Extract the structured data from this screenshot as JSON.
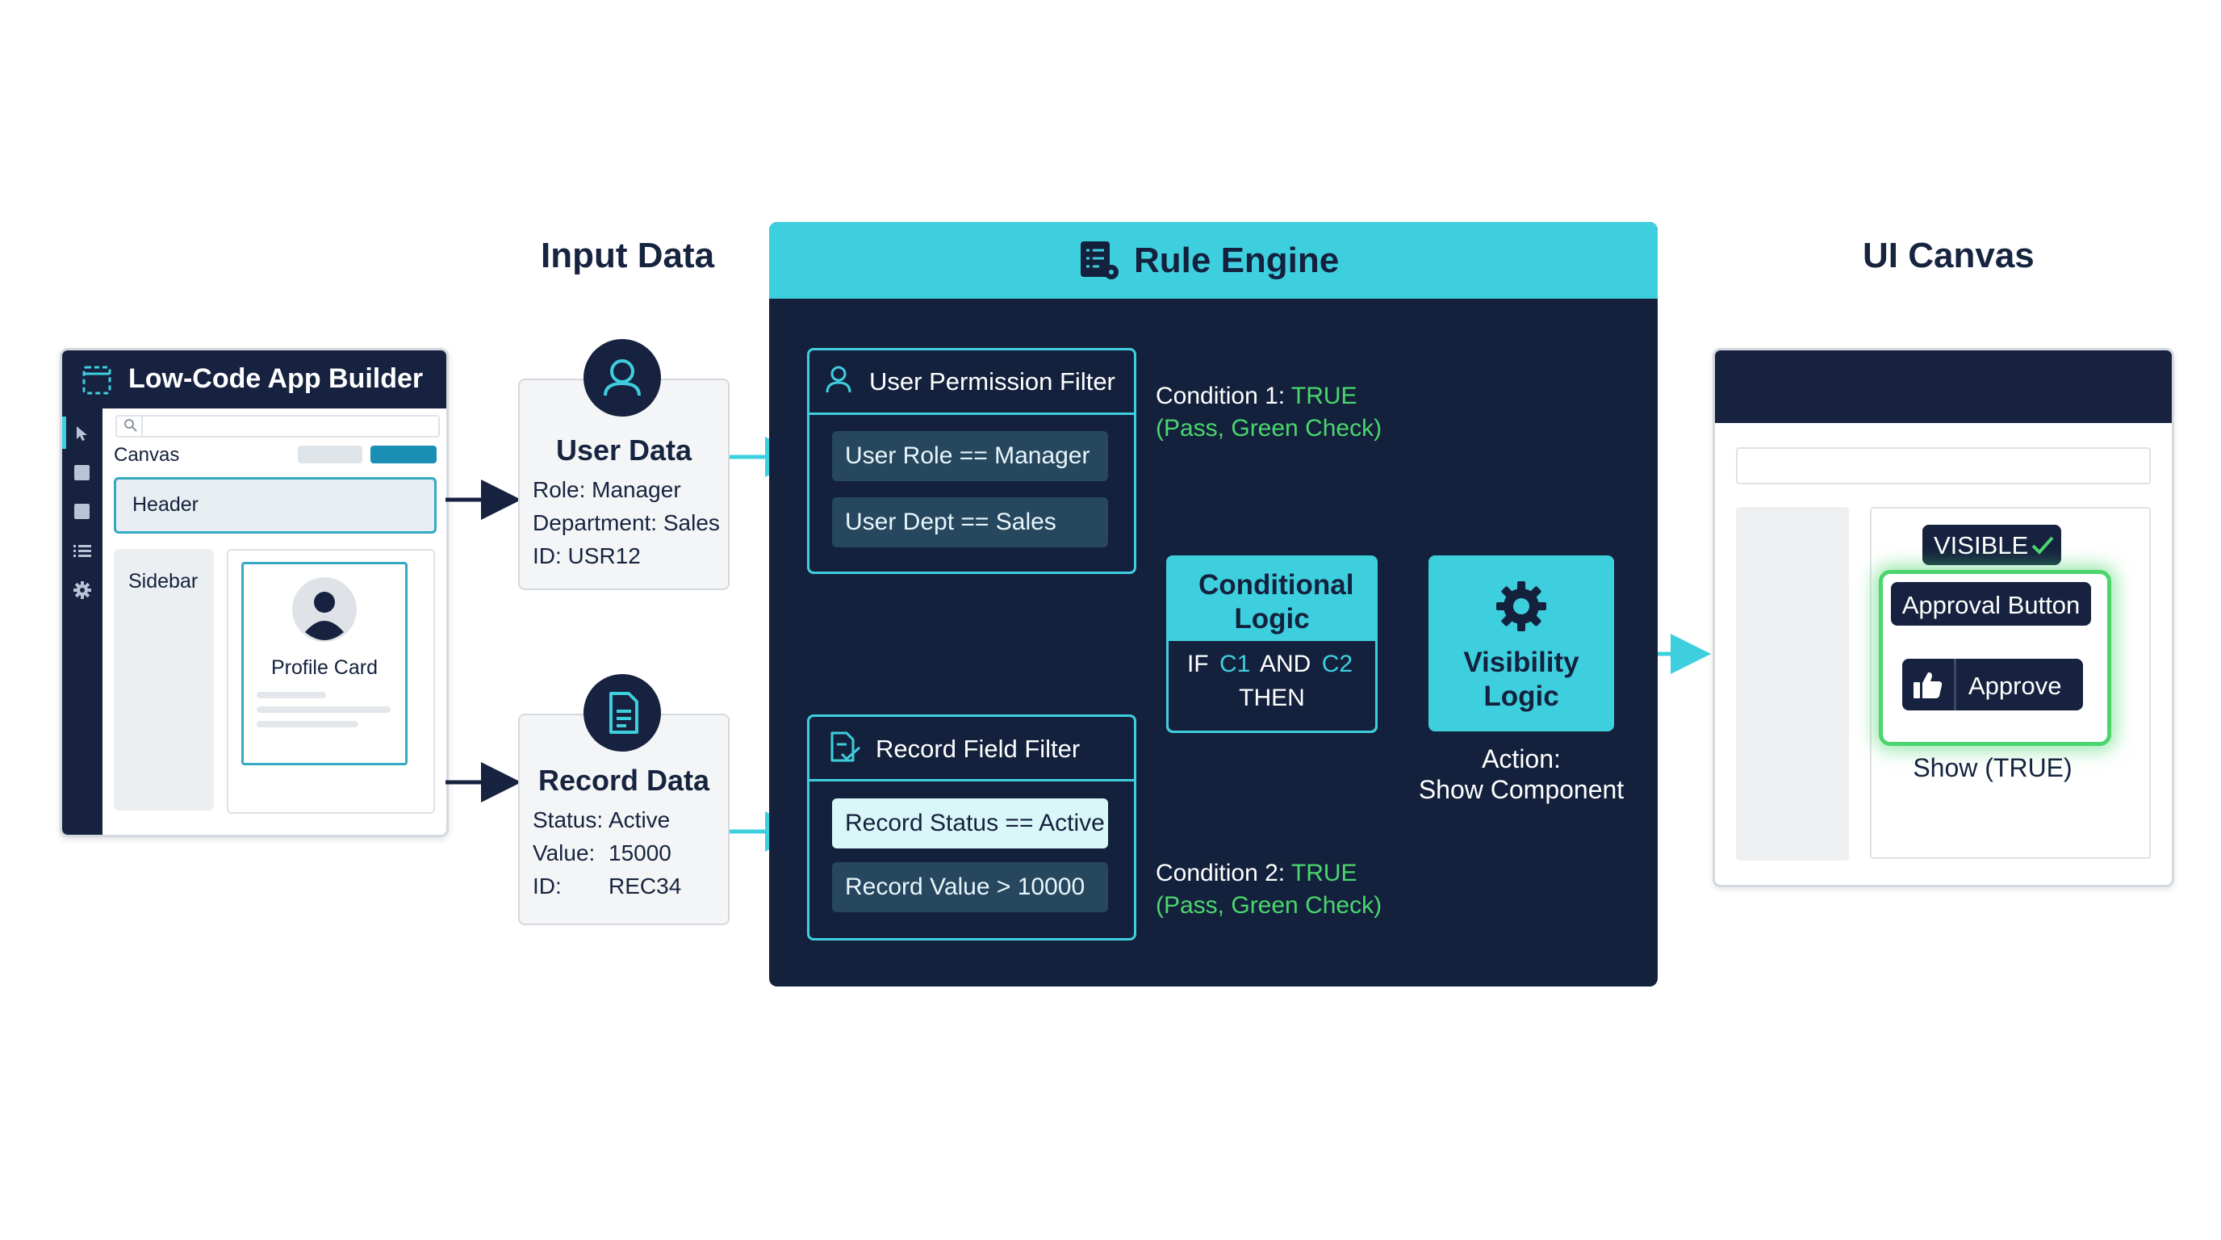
{
  "sections": {
    "input_title": "Input Data",
    "engine_title": "Rule Engine",
    "canvas_title": "UI Canvas"
  },
  "builder": {
    "title": "Low-Code App Builder",
    "canvas_label": "Canvas",
    "header_label": "Header",
    "sidebar_label": "Sidebar",
    "profile_label": "Profile Card"
  },
  "user_data": {
    "title": "User Data",
    "lines": [
      "Role: Manager",
      "Department: Sales",
      "ID: USR12"
    ]
  },
  "record_data": {
    "title": "Record Data",
    "rows": [
      {
        "key": "Status:",
        "value": "Active"
      },
      {
        "key": "Value:",
        "value": "15000"
      },
      {
        "key": "ID:",
        "value": "REC34"
      }
    ]
  },
  "engine": {
    "user_filter": {
      "title": "User Permission Filter",
      "rules": [
        "User Role == Manager",
        "User Dept == Sales"
      ]
    },
    "record_filter": {
      "title": "Record Field Filter",
      "rules": [
        "Record Status == Active",
        "Record Value > 10000"
      ]
    },
    "condition1": {
      "label": "Condition 1:",
      "value": "TRUE",
      "note": "(Pass, Green Check)"
    },
    "condition2": {
      "label": "Condition 2:",
      "value": "TRUE",
      "note": "(Pass, Green Check)"
    },
    "conditional_logic": {
      "title": "Conditional Logic",
      "if": "IF",
      "c1": "C1",
      "and": "AND",
      "c2": "C2",
      "then": "THEN"
    },
    "visibility_logic": {
      "title": "Visibility Logic"
    },
    "action": {
      "label": "Action:",
      "value": "Show Component"
    }
  },
  "ui_canvas": {
    "badge": "VISIBLE",
    "component_title": "Approval Button",
    "button_label": "Approve",
    "status": "Show (TRUE)"
  },
  "colors": {
    "navy": "#14213d",
    "cyan": "#3ecfdf",
    "green": "#4ad66d"
  }
}
